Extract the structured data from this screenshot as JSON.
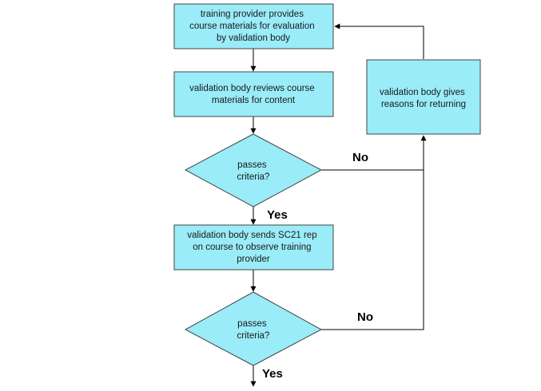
{
  "diagram": {
    "nodes": {
      "submit": {
        "lines": [
          "training provider provides",
          "course materials for evaluation",
          "by validation body"
        ]
      },
      "review": {
        "lines": [
          "validation body reviews course",
          "materials for content"
        ]
      },
      "decision1": {
        "lines": [
          "passes",
          "criteria?"
        ]
      },
      "observe": {
        "lines": [
          "validation body sends SC21 rep",
          "on course to observe training",
          "provider"
        ]
      },
      "decision2": {
        "lines": [
          "passes",
          "criteria?"
        ]
      },
      "return": {
        "lines": [
          "validation body gives",
          "reasons for returning"
        ]
      }
    },
    "edge_labels": {
      "no1": "No",
      "yes1": "Yes",
      "no2": "No",
      "yes2": "Yes"
    },
    "colors": {
      "fill": "#99ecf8",
      "stroke": "#444444",
      "edge": "#000000"
    }
  }
}
